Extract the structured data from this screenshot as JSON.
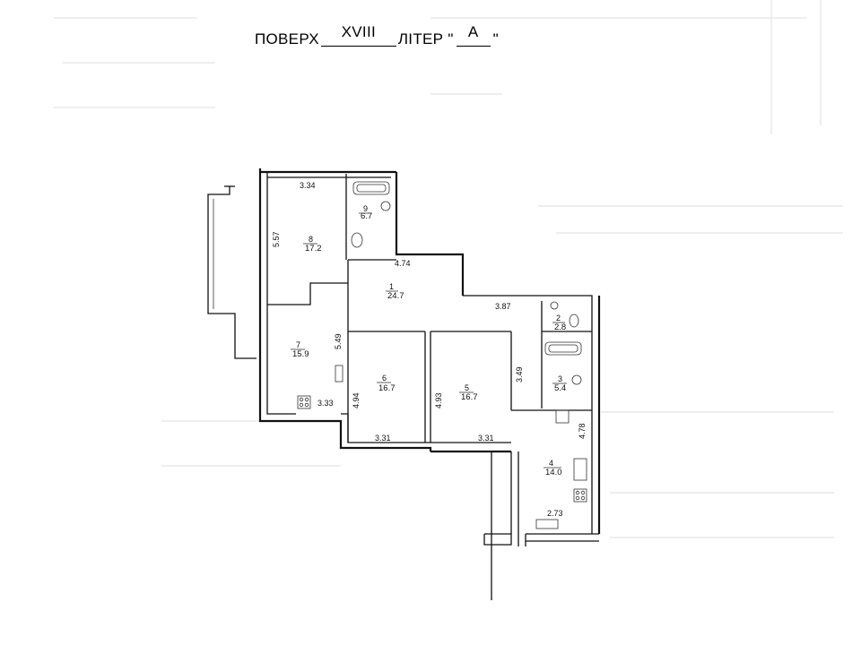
{
  "header": {
    "floor_prefix": "ПОВЕРХ",
    "floor_value": "XVIII",
    "letter_prefix": "ЛІТЕР",
    "letter_open_quote": "\"",
    "letter_value": "А",
    "letter_close_quote": "\""
  },
  "rooms": [
    {
      "id": "1",
      "area": "24.7"
    },
    {
      "id": "2",
      "area": "2.8"
    },
    {
      "id": "3",
      "area": "5.4"
    },
    {
      "id": "4",
      "area": "14.0"
    },
    {
      "id": "5",
      "area": "16.7"
    },
    {
      "id": "6",
      "area": "16.7"
    },
    {
      "id": "7",
      "area": "15.9"
    },
    {
      "id": "8",
      "area": "17.2"
    },
    {
      "id": "9",
      "area": "6.7"
    }
  ],
  "dimensions": {
    "d_334": "3.34",
    "d_557": "5.57",
    "d_474": "4.74",
    "d_387": "3.87",
    "d_549": "5.49",
    "d_349": "3.49",
    "d_333": "3.33",
    "d_494": "4.94",
    "d_493": "4.93",
    "d_331_a": "3.31",
    "d_331_b": "3.31",
    "d_478": "4.78",
    "d_273": "2.73"
  }
}
